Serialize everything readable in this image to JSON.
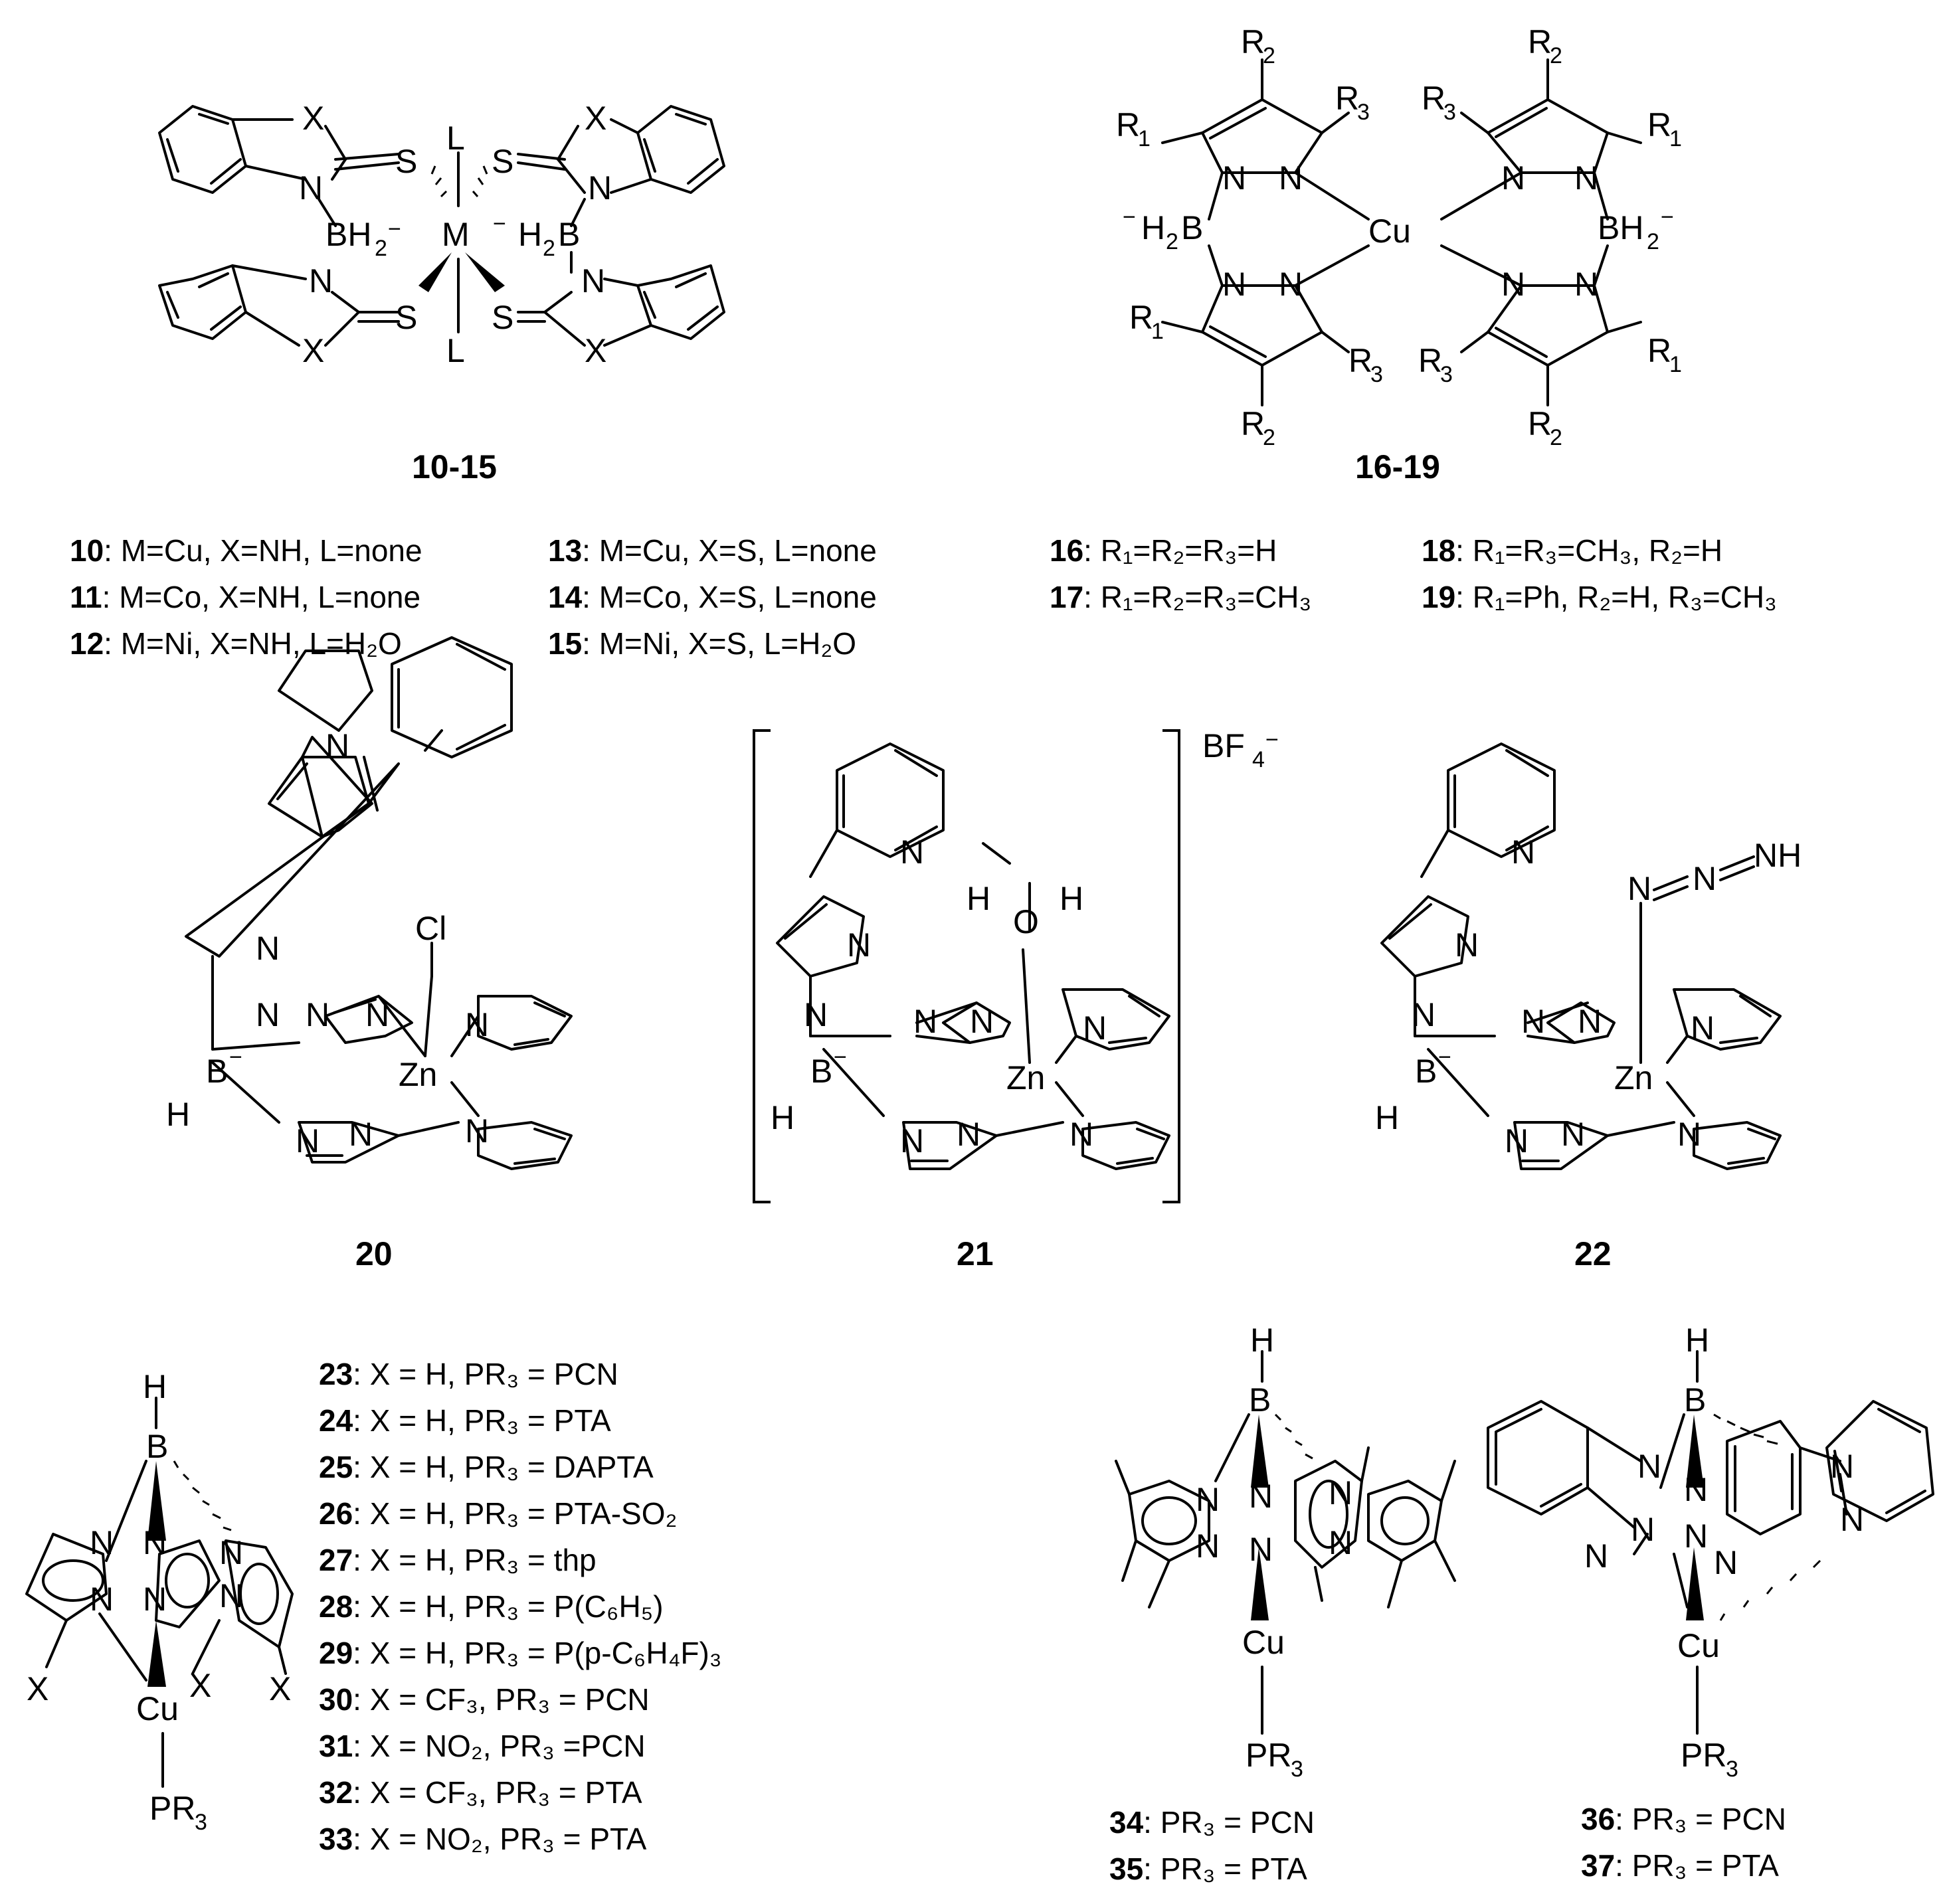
{
  "atom": {
    "X": "X",
    "S": "S",
    "N": "N",
    "L": "L",
    "M": "M",
    "B": "B",
    "H": "H",
    "BH2": "BH",
    "H2B": "H",
    "two": "2",
    "minus": "−",
    "Cu": "Cu",
    "Zn": "Zn",
    "Cl": "Cl",
    "O": "O",
    "NH": "NH",
    "PR3": "PR",
    "three": "3",
    "R": "R",
    "one": "1",
    "four": "4",
    "BF4": "BF"
  },
  "compound_ids": {
    "c10_15": "10-15",
    "c16_19": "16-19",
    "c20": "20",
    "c21": "21",
    "c22": "22"
  },
  "set1": [
    {
      "id": "10",
      "text": ": M=Cu, X=NH, L=none"
    },
    {
      "id": "11",
      "text": ": M=Co, X=NH, L=none"
    },
    {
      "id": "12",
      "text": ": M=Ni, X=NH, L=H₂O"
    },
    {
      "id": "13",
      "text": ": M=Cu, X=S, L=none"
    },
    {
      "id": "14",
      "text": ": M=Co, X=S, L=none"
    },
    {
      "id": "15",
      "text": ": M=Ni, X=S, L=H₂O"
    }
  ],
  "set2": [
    {
      "id": "16",
      "text": ": R₁=R₂=R₃=H"
    },
    {
      "id": "17",
      "text": ": R₁=R₂=R₃=CH₃"
    },
    {
      "id": "18",
      "text": ": R₁=R₃=CH₃, R₂=H"
    },
    {
      "id": "19",
      "text": ": R₁=Ph, R₂=H, R₃=CH₃"
    }
  ],
  "set3": [
    {
      "id": "23",
      "text": ": X = H, PR₃ = PCN"
    },
    {
      "id": "24",
      "text": ": X = H, PR₃ = PTA"
    },
    {
      "id": "25",
      "text": ": X = H, PR₃ = DAPTA"
    },
    {
      "id": "26",
      "text": ": X = H, PR₃ = PTA-SO₂"
    },
    {
      "id": "27",
      "text": ": X = H, PR₃ = thp"
    },
    {
      "id": "28",
      "text": ": X = H, PR₃ = P(C₆H₅)"
    },
    {
      "id": "29",
      "text": ": X = H, PR₃ = P(p-C₆H₄F)₃"
    },
    {
      "id": "30",
      "text": ": X = CF₃, PR₃ = PCN"
    },
    {
      "id": "31",
      "text": ": X = NO₂, PR₃ =PCN"
    },
    {
      "id": "32",
      "text": ": X = CF₃, PR₃ = PTA"
    },
    {
      "id": "33",
      "text": ": X = NO₂, PR₃ = PTA"
    }
  ],
  "set4": [
    {
      "id": "34",
      "text": ": PR₃ = PCN"
    },
    {
      "id": "35",
      "text": ": PR₃ = PTA"
    }
  ],
  "set5": [
    {
      "id": "36",
      "text": ": PR₃ = PCN"
    },
    {
      "id": "37",
      "text": ": PR₃ = PTA"
    }
  ]
}
